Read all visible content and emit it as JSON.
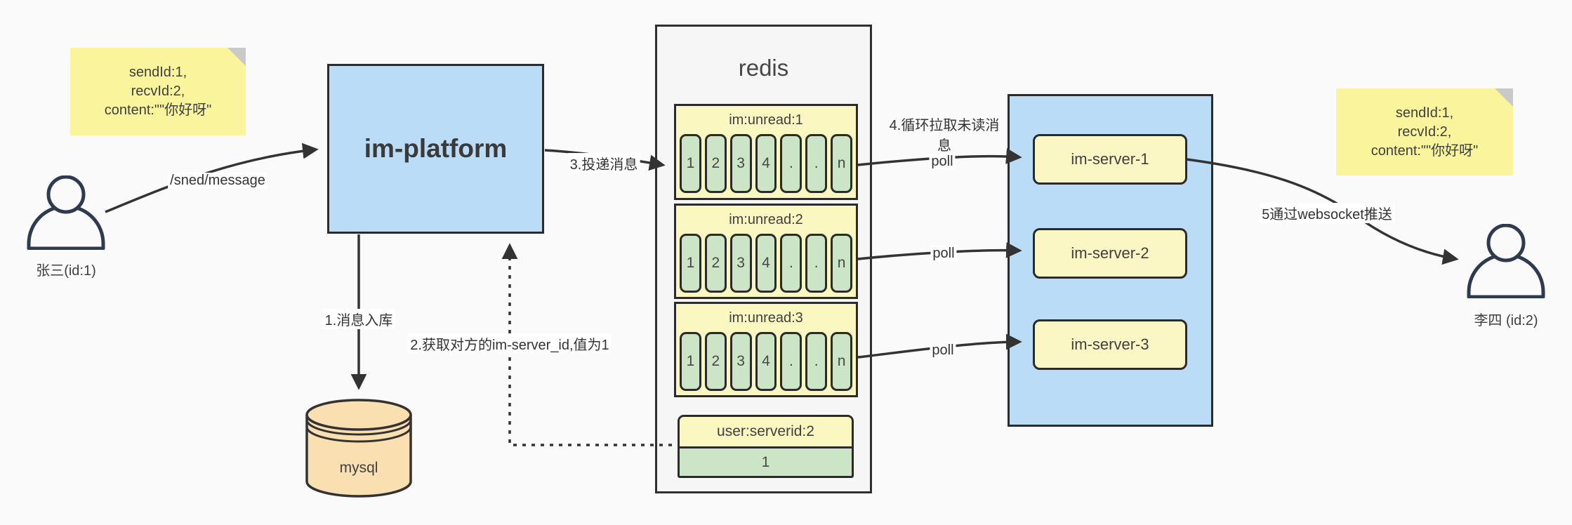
{
  "diagram": {
    "sender": {
      "label": "张三(id:1)"
    },
    "receiver": {
      "label": "李四 (id:2)"
    },
    "note_left": {
      "line1": "sendId:1,",
      "line2": "recvId:2,",
      "line3": "content:\"\"你好呀\""
    },
    "note_right": {
      "line1": "sendId:1,",
      "line2": "recvId:2,",
      "line3": "content:\"\"你好呀\""
    },
    "platform": {
      "label": "im-platform"
    },
    "database": {
      "label": "mysql"
    },
    "redis": {
      "title": "redis",
      "queues": [
        {
          "name": "im:unread:1",
          "cells": [
            "1",
            "2",
            "3",
            "4",
            ".",
            ".",
            "n"
          ]
        },
        {
          "name": "im:unread:2",
          "cells": [
            "1",
            "2",
            "3",
            "4",
            ".",
            ".",
            "n"
          ]
        },
        {
          "name": "im:unread:3",
          "cells": [
            "1",
            "2",
            "3",
            "4",
            ".",
            ".",
            "n"
          ]
        }
      ],
      "kv": {
        "name": "user:serverid:2",
        "value": "1"
      }
    },
    "cluster": {
      "servers": [
        {
          "label": "im-server-1"
        },
        {
          "label": "im-server-2"
        },
        {
          "label": "im-server-3"
        }
      ]
    },
    "edges": {
      "send": "/sned/message",
      "step1": "1.消息入库",
      "step2": "2.获取对方的im-server_id,值为1",
      "step3": "3.投递消息",
      "step4": "4.循环拉取未读消息",
      "step5": "5通过websocket推送",
      "poll": "poll"
    },
    "colors": {
      "note_yellow": "#faf59c",
      "box_yellow": "#fbf7c0",
      "cell_green": "#cce5c7",
      "blue": "#badcf7",
      "db_peach": "#fae0b1",
      "line": "#333333"
    }
  }
}
